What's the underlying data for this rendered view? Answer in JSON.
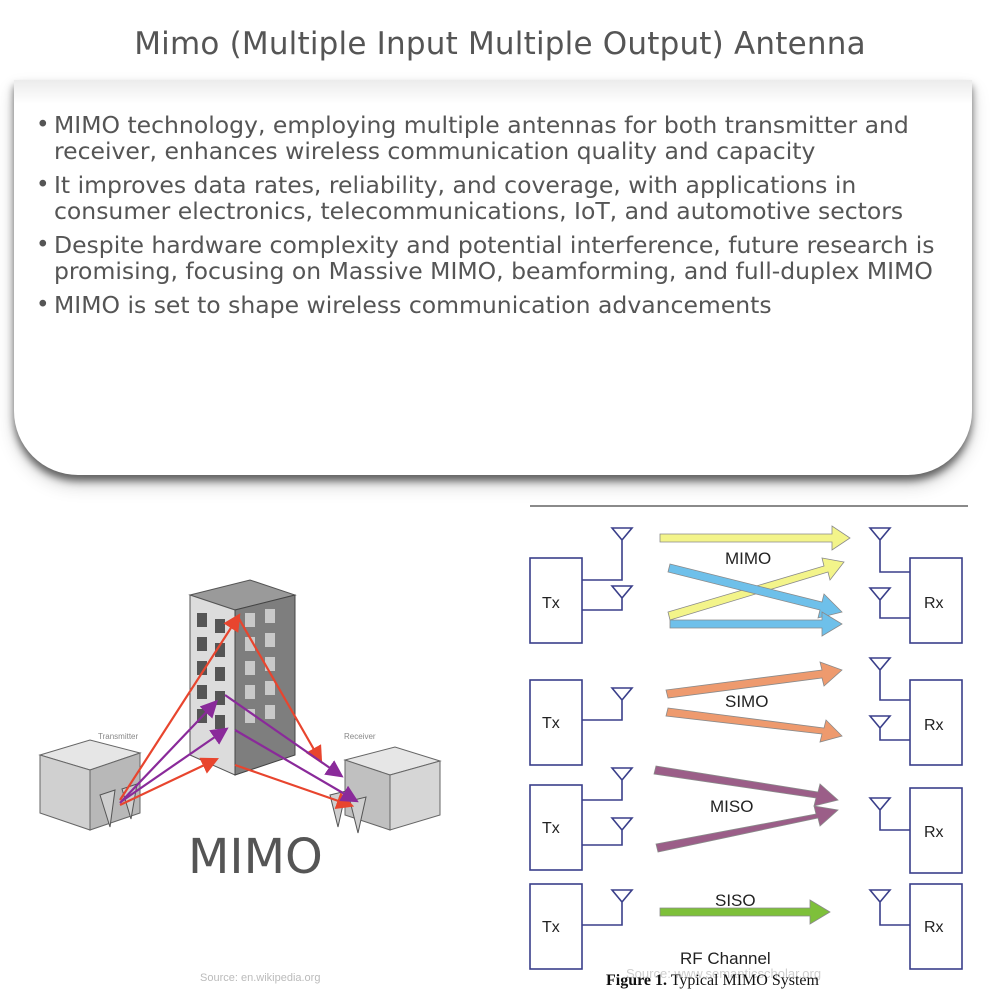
{
  "title": "Mimo (Multiple Input Multiple Output) Antenna",
  "bullets": [
    "MIMO technology, employing multiple antennas for both transmitter and receiver, enhances wireless communication quality and capacity",
    "It improves data rates, reliability, and coverage, with applications in consumer electronics, telecommunications, IoT, and automotive sectors",
    "Despite hardware complexity and potential interference, future research is promising, focusing on Massive MIMO, beamforming, and full-duplex MIMO",
    "MIMO is set to shape wireless communication advancements"
  ],
  "left_figure": {
    "transmitter_label": "Transmitter",
    "receiver_label": "Receiver",
    "big_label": "MIMO",
    "source": "Source: en.wikipedia.org"
  },
  "right_figure": {
    "tx_label": "Tx",
    "rx_label": "Rx",
    "mimo_label": "MIMO",
    "simo_label": "SIMO",
    "miso_label": "MISO",
    "siso_label": "SISO",
    "rf_channel": "RF Channel",
    "caption_bold": "Figure 1.",
    "caption_text": " Typical MIMO System",
    "source": "Source: www.semanticscholar.org"
  },
  "colors": {
    "red_path": "#e8452e",
    "purple_path": "#8a2a9a",
    "yellow_arrow": "#f3f48a",
    "blue_arrow": "#6ec0ea",
    "orange_arrow": "#ee9a6e",
    "mauve_arrow": "#9b5e88",
    "green_arrow": "#7ec03a",
    "box_stroke": "#3a3f8a"
  }
}
